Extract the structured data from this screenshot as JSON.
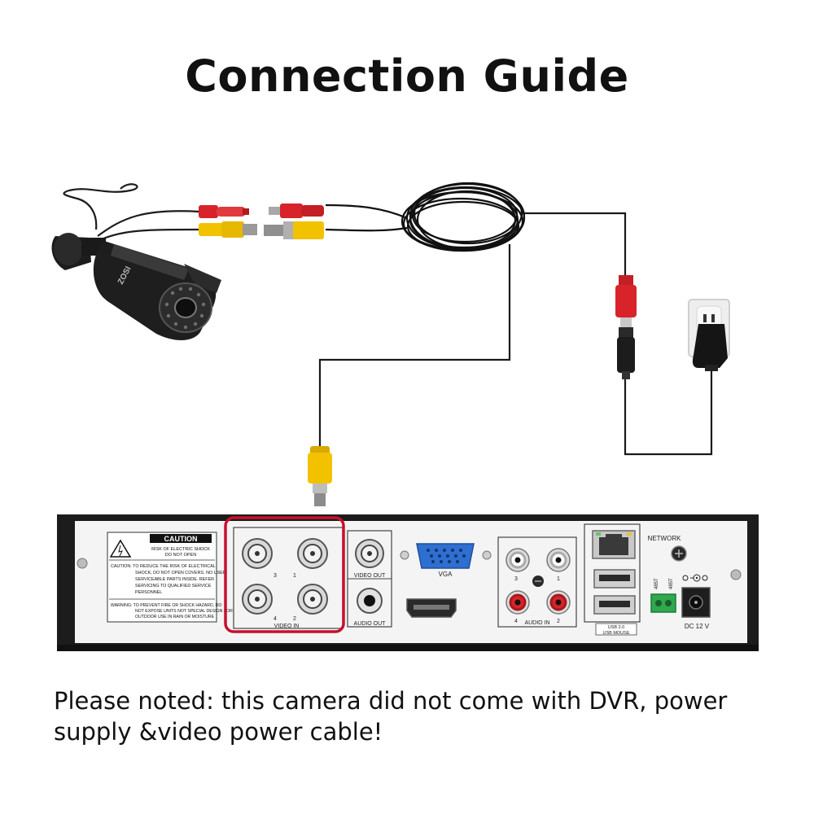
{
  "title": "Connection Guide",
  "note": {
    "line1": "Please noted: this camera did not come with DVR, power",
    "line2": "supply &video power cable!"
  },
  "camera": {
    "brand": "ZOSI",
    "icon": "bullet-camera-icon"
  },
  "outlet": {
    "icon": "wall-outlet-icon"
  },
  "adapter": {
    "icon": "power-adapter-icon"
  },
  "colors": {
    "highlight": "#c8102e",
    "video_plug": "#f2c200",
    "power_plug": "#d8232a",
    "cable": "#1a1a1a",
    "dvr_panel": "#f4f4f4"
  },
  "dvr": {
    "caution": {
      "heading": "CAUTION",
      "sub1": "RISK OF ELECTRIC SHOCK",
      "sub2": "DO NOT OPEN",
      "text1": "CAUTION: TO REDUCE THE RISK OF ELECTRICAL",
      "text2": "SHOCK, DO NOT OPEN COVERS. NO USER",
      "text3": "SERVICEABLE PARTS INSIDE. REFER",
      "text4": "SERVICING TO QUALIFIED SERVICE",
      "text5": "PERSONNEL",
      "warn1": "WARNING: TO PREVENT FIRE OR SHOCK HAZARD, DO",
      "warn2": "NOT EXPOSE UNITS NOT SPECIAL DESIGN FOR",
      "warn3": "OUTDOOR USE IN RAIN OR MOISTURE"
    },
    "video_in": {
      "label": "VIDEO IN",
      "port1": "1",
      "port2": "2",
      "port3": "3",
      "port4": "4"
    },
    "video_out": "VIDEO OUT",
    "audio_out": "AUDIO OUT",
    "vga": "VGA",
    "audio_in": {
      "label": "AUDIO IN",
      "port1": "1",
      "port2": "2",
      "port3": "3",
      "port4": "4"
    },
    "network": "NETWORK",
    "usb": {
      "line1": "USB 2.0",
      "line2": "USB MOUSE"
    },
    "rs485_a": "485T",
    "rs485_b": "485T",
    "dc": "DC 12 V"
  }
}
